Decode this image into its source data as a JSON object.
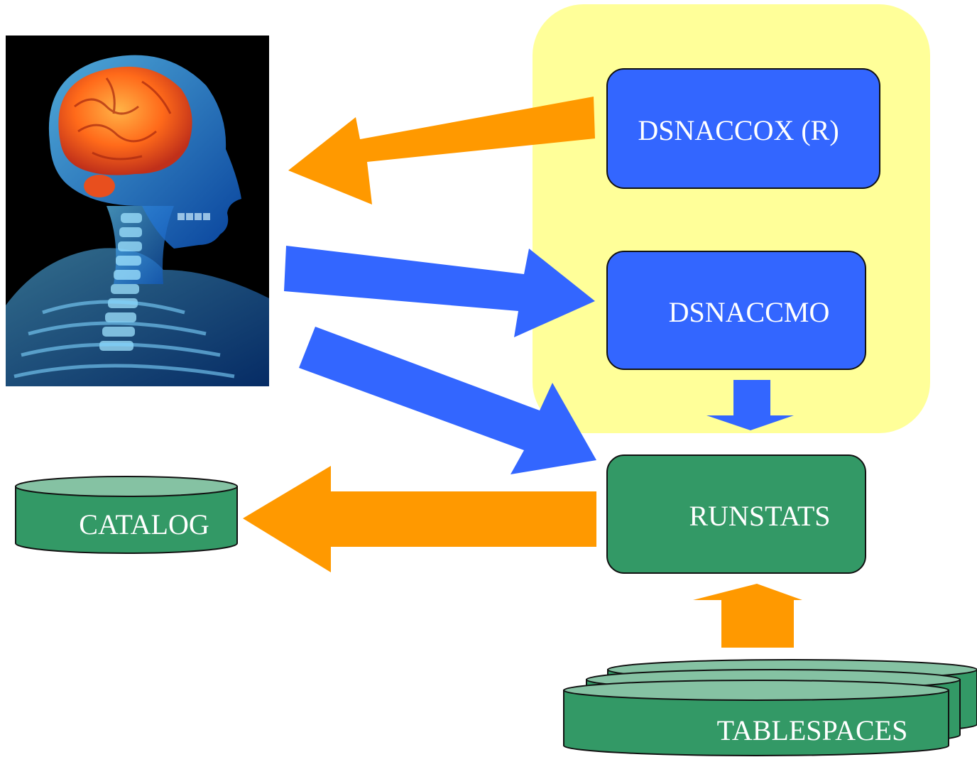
{
  "diagram": {
    "nodes": {
      "dsnaccox": "DSNACCOX (R)",
      "dsnaccmo": "DSNACCMO",
      "runstats": "RUNSTATS",
      "catalog": "CATALOG",
      "tablespaces": "TABLESPACES"
    },
    "icons": {
      "head_image": "human-head-xray-brain-icon"
    },
    "colors": {
      "yellow_panel": "#ffff99",
      "blue_box": "#3366ff",
      "green_box": "#339966",
      "green_top": "#85c2a3",
      "orange_arrow": "#ff9900",
      "blue_arrow": "#3366ff"
    }
  }
}
